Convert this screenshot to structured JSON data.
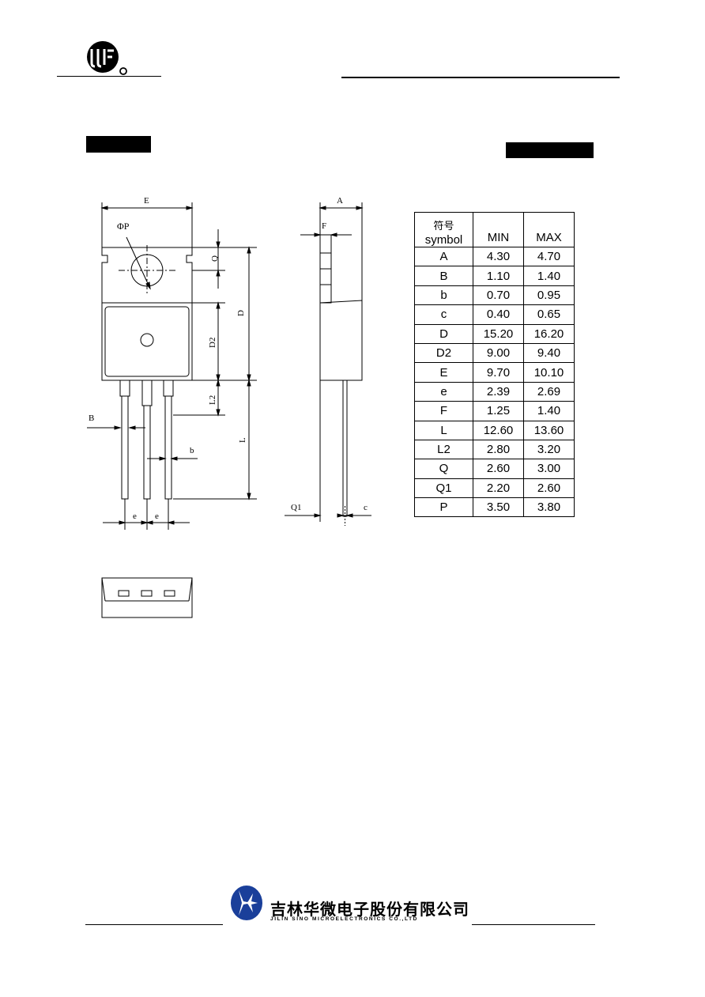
{
  "header": {
    "logo_name": "jjw-circle-logo"
  },
  "labels": {
    "left_tag": "",
    "right_tag": ""
  },
  "drawing": {
    "front": {
      "E": "E",
      "phiP": "ΦP",
      "Q": "Q",
      "D": "D",
      "D2": "D2",
      "L2": "L2",
      "L": "L",
      "B": "B",
      "b": "b",
      "e1": "e",
      "e2": "e"
    },
    "side": {
      "A": "A",
      "F": "F",
      "Q1": "Q1",
      "c": "c"
    }
  },
  "table": {
    "header": {
      "symbol_cn": "符号",
      "symbol": "symbol",
      "min": "MIN",
      "max": "MAX"
    },
    "rows": [
      {
        "sym": "A",
        "min": "4.30",
        "max": "4.70"
      },
      {
        "sym": "B",
        "min": "1.10",
        "max": "1.40"
      },
      {
        "sym": "b",
        "min": "0.70",
        "max": "0.95"
      },
      {
        "sym": "c",
        "min": "0.40",
        "max": "0.65"
      },
      {
        "sym": "D",
        "min": "15.20",
        "max": "16.20"
      },
      {
        "sym": "D2",
        "min": "9.00",
        "max": "9.40"
      },
      {
        "sym": "E",
        "min": "9.70",
        "max": "10.10"
      },
      {
        "sym": "e",
        "min": "2.39",
        "max": "2.69"
      },
      {
        "sym": "F",
        "min": "1.25",
        "max": "1.40"
      },
      {
        "sym": "L",
        "min": "12.60",
        "max": "13.60"
      },
      {
        "sym": "L2",
        "min": "2.80",
        "max": "3.20"
      },
      {
        "sym": "Q",
        "min": "2.60",
        "max": "3.00"
      },
      {
        "sym": "Q1",
        "min": "2.20",
        "max": "2.60"
      },
      {
        "sym": "P",
        "min": "3.50",
        "max": "3.80"
      }
    ]
  },
  "footer": {
    "company_cn": "吉林华微电子股份有限公司",
    "company_en": "JILIN SINO MICROELECTRONICS CO.,LTD",
    "logo_name": "sino-star-logo"
  }
}
